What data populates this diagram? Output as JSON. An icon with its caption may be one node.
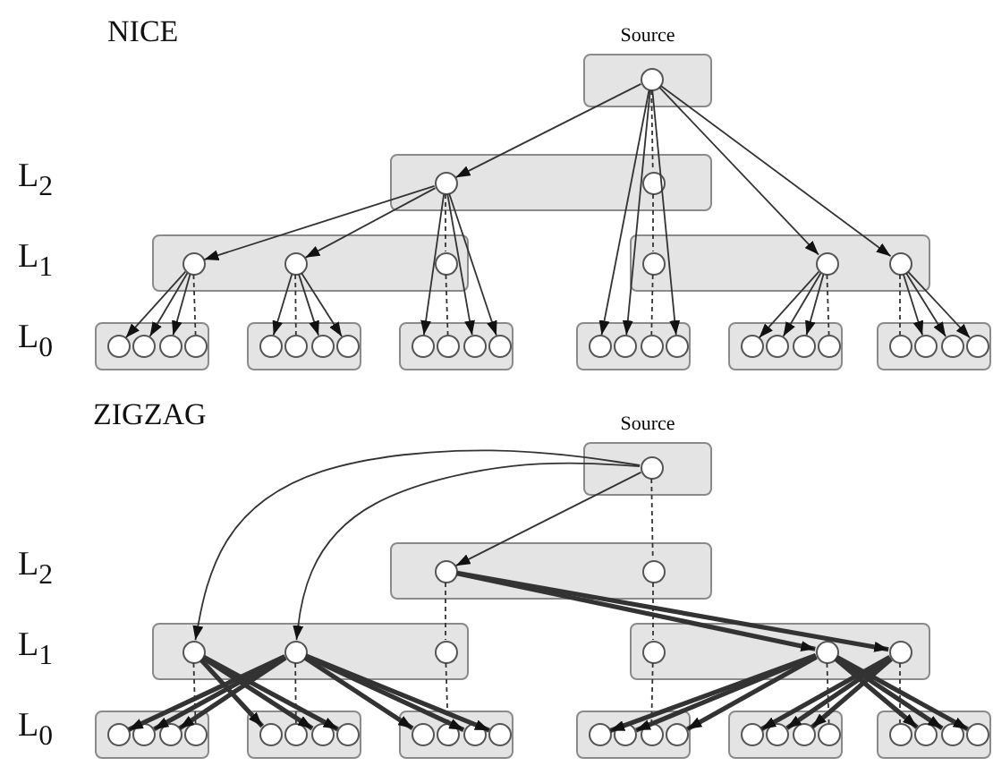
{
  "diagram": {
    "nodes": [
      {
        "text": [
          "Source"
        ]
      },
      {
        "text": [],
        "shape": "circle",
        "in": 0
      },
      {
        "text": [],
        "shape": "box"
      },
      {
        "text": [],
        "shape": "circle",
        "in": 2
      },
      {
        "text": [],
        "shape": "circle",
        "in": 2
      },
      {
        "text": [],
        "shape": "box"
      },
      {
        "text": [],
        "shape": "circle",
        "in": 5
      },
      {
        "text": [],
        "shape": "circle",
        "in": 5
      },
      {
        "text": [],
        "shape": "circle",
        "in": 5
      },
      {
        "text": [],
        "shape": "box"
      },
      {
        "text": [],
        "shape": "circle",
        "in": 9
      },
      {
        "text": [],
        "shape": "circle",
        "in": 9
      },
      {
        "text": [],
        "shape": "circle",
        "in": 9
      },
      {
        "text": [],
        "shape": "box"
      },
      {
        "text": [],
        "shape": "circle",
        "in": 13
      },
      {
        "text": [],
        "shape": "circle",
        "in": 13
      },
      {
        "text": [],
        "shape": "circle",
        "in": 13
      },
      {
        "text": [],
        "shape": "circle",
        "in": 13
      },
      {
        "text": [],
        "shape": "box"
      },
      {
        "text": [],
        "shape": "circle",
        "in": 18
      },
      {
        "text": [],
        "shape": "circle",
        "in": 18
      },
      {
        "text": [],
        "shape": "circle",
        "in": 18
      },
      {
        "text": [],
        "shape": "circle",
        "in": 18
      },
      {
        "text": [],
        "shape": "box"
      },
      {
        "text": [],
        "shape": "circle",
        "in": 23
      },
      {
        "text": [],
        "shape": "circle",
        "in": 23
      },
      {
        "text": [],
        "shape": "circle",
        "in": 23
      },
      {
        "text": [],
        "shape": "circle",
        "in": 23
      },
      {
        "text": [],
        "shape": "box"
      },
      {
        "text": [],
        "shape": "circle",
        "in": 28
      },
      {
        "text": [],
        "shape": "circle",
        "in": 28
      },
      {
        "text": [],
        "shape": "circle",
        "in": 28
      },
      {
        "text": [],
        "shape": "circle",
        "in": 28
      },
      {
        "text": [],
        "shape": "box"
      },
      {
        "text": [],
        "shape": "circle",
        "in": 33
      },
      {
        "text": [],
        "shape": "circle",
        "in": 33
      },
      {
        "text": [],
        "shape": "circle",
        "in": 33
      },
      {
        "text": [],
        "shape": "circle",
        "in": 33
      },
      {
        "text": [],
        "shape": "box"
      },
      {
        "text": [],
        "shape": "circle",
        "in": 38
      },
      {
        "text": [],
        "shape": "circle",
        "in": 38
      },
      {
        "text": [],
        "shape": "circle",
        "in": 38
      },
      {
        "text": [],
        "shape": "circle",
        "in": 38
      },
      {
        "text": [
          "Source"
        ]
      },
      {
        "text": [],
        "shape": "circle",
        "in": 43
      },
      {
        "text": [],
        "shape": "box"
      },
      {
        "text": [],
        "shape": "circle",
        "in": 45
      },
      {
        "text": [],
        "shape": "circle",
        "in": 45
      },
      {
        "text": [],
        "shape": "box"
      },
      {
        "text": [],
        "shape": "circle",
        "in": 48
      },
      {
        "text": [],
        "shape": "circle",
        "in": 48
      },
      {
        "text": [],
        "shape": "circle",
        "in": 48
      },
      {
        "text": [],
        "shape": "box"
      },
      {
        "text": [],
        "shape": "circle",
        "in": 52
      },
      {
        "text": [],
        "shape": "circle",
        "in": 52
      },
      {
        "text": [],
        "shape": "circle",
        "in": 52
      },
      {
        "text": [],
        "shape": "box"
      },
      {
        "text": [],
        "shape": "circle",
        "in": 56
      },
      {
        "text": [],
        "shape": "circle",
        "in": 56
      },
      {
        "text": [],
        "shape": "circle",
        "in": 56
      },
      {
        "text": [],
        "shape": "circle",
        "in": 56
      },
      {
        "text": [],
        "shape": "box"
      },
      {
        "text": [],
        "shape": "circle",
        "in": 61
      },
      {
        "text": [],
        "shape": "circle",
        "in": 61
      },
      {
        "text": [],
        "shape": "circle",
        "in": 61
      },
      {
        "text": [],
        "shape": "circle",
        "in": 61
      },
      {
        "text": [],
        "shape": "box"
      },
      {
        "text": [],
        "shape": "circle",
        "in": 66
      },
      {
        "text": [],
        "shape": "circle",
        "in": 66
      },
      {
        "text": [],
        "shape": "circle",
        "in": 66
      },
      {
        "text": [],
        "shape": "circle",
        "in": 66
      },
      {
        "text": [],
        "shape": "box"
      },
      {
        "text": [],
        "shape": "circle",
        "in": 71
      },
      {
        "text": [],
        "shape": "circle",
        "in": 71
      },
      {
        "text": [],
        "shape": "circle",
        "in": 71
      },
      {
        "text": [],
        "shape": "circle",
        "in": 71
      },
      {
        "text": [],
        "shape": "box"
      },
      {
        "text": [],
        "shape": "circle",
        "in": 76
      },
      {
        "text": [],
        "shape": "circle",
        "in": 76
      },
      {
        "text": [],
        "shape": "circle",
        "in": 76
      },
      {
        "text": [],
        "shape": "circle",
        "in": 76
      },
      {
        "text": [],
        "shape": "box"
      },
      {
        "text": [],
        "shape": "circle",
        "in": 81
      },
      {
        "text": [],
        "shape": "circle",
        "in": 81
      },
      {
        "text": [],
        "shape": "circle",
        "in": 81
      },
      {
        "text": [],
        "shape": "circle",
        "in": 81
      }
    ],
    "edges": [
      {
        "from": 1,
        "to": 3,
        "arrow": "to"
      },
      {
        "from": 1,
        "to": 11,
        "arrow": "to"
      },
      {
        "from": 1,
        "to": 12,
        "arrow": "to"
      },
      {
        "from": 1,
        "to": 29,
        "arrow": "to"
      },
      {
        "from": 1,
        "to": 30,
        "arrow": "to"
      },
      {
        "from": 1,
        "to": 32,
        "arrow": "to"
      },
      {
        "from": 1,
        "to": 4,
        "arrow": "none",
        "style": "dashed"
      },
      {
        "from": 4,
        "to": 10,
        "arrow": "none",
        "style": "dashed"
      },
      {
        "from": 10,
        "to": 31,
        "arrow": "none",
        "style": "dashed"
      },
      {
        "from": 3,
        "to": 6,
        "arrow": "to"
      },
      {
        "from": 3,
        "to": 7,
        "arrow": "to"
      },
      {
        "from": 3,
        "to": 24,
        "arrow": "to"
      },
      {
        "from": 3,
        "to": 26,
        "arrow": "to"
      },
      {
        "from": 3,
        "to": 27,
        "arrow": "to"
      },
      {
        "from": 3,
        "to": 8,
        "arrow": "none",
        "style": "dashed"
      },
      {
        "from": 8,
        "to": 25,
        "arrow": "none",
        "style": "dashed"
      },
      {
        "from": 6,
        "to": 14,
        "arrow": "to"
      },
      {
        "from": 6,
        "to": 15,
        "arrow": "to"
      },
      {
        "from": 6,
        "to": 16,
        "arrow": "to"
      },
      {
        "from": 6,
        "to": 17,
        "arrow": "none",
        "style": "dashed"
      },
      {
        "from": 7,
        "to": 19,
        "arrow": "to"
      },
      {
        "from": 7,
        "to": 21,
        "arrow": "to"
      },
      {
        "from": 7,
        "to": 22,
        "arrow": "to"
      },
      {
        "from": 7,
        "to": 20,
        "arrow": "none",
        "style": "dashed"
      },
      {
        "from": 11,
        "to": 34,
        "arrow": "to"
      },
      {
        "from": 11,
        "to": 35,
        "arrow": "to"
      },
      {
        "from": 11,
        "to": 36,
        "arrow": "to"
      },
      {
        "from": 11,
        "to": 37,
        "arrow": "none",
        "style": "dashed"
      },
      {
        "from": 12,
        "to": 40,
        "arrow": "to"
      },
      {
        "from": 12,
        "to": 41,
        "arrow": "to"
      },
      {
        "from": 12,
        "to": 42,
        "arrow": "to"
      },
      {
        "from": 12,
        "to": 39,
        "arrow": "none",
        "style": "dashed"
      },
      {
        "from": 44,
        "to": 49,
        "arrow": "to"
      },
      {
        "from": 44,
        "to": 50,
        "arrow": "to"
      },
      {
        "from": 44,
        "to": 46,
        "arrow": "to"
      },
      {
        "from": 44,
        "to": 47,
        "arrow": "none",
        "style": "dashed"
      },
      {
        "from": 47,
        "to": 53,
        "arrow": "none",
        "style": "dashed"
      },
      {
        "from": 53,
        "to": 74,
        "arrow": "none",
        "style": "dashed"
      },
      {
        "from": 46,
        "to": 54,
        "arrow": "to",
        "style": "thick"
      },
      {
        "from": 46,
        "to": 55,
        "arrow": "to",
        "style": "thick"
      },
      {
        "from": 46,
        "to": 51,
        "arrow": "none",
        "style": "dashed"
      },
      {
        "from": 51,
        "to": 68,
        "arrow": "none",
        "style": "dashed"
      },
      {
        "from": 49,
        "to": 60,
        "arrow": "none",
        "style": "dashed"
      },
      {
        "from": 49,
        "to": 62,
        "arrow": "to",
        "style": "thick"
      },
      {
        "from": 49,
        "to": 64,
        "arrow": "to",
        "style": "thick"
      },
      {
        "from": 49,
        "to": 65,
        "arrow": "to",
        "style": "thick"
      },
      {
        "from": 50,
        "to": 57,
        "arrow": "to",
        "style": "thick"
      },
      {
        "from": 50,
        "to": 58,
        "arrow": "to",
        "style": "thick"
      },
      {
        "from": 50,
        "to": 59,
        "arrow": "to",
        "style": "thick"
      },
      {
        "from": 50,
        "to": 63,
        "arrow": "none",
        "style": "dashed"
      },
      {
        "from": 50,
        "to": 67,
        "arrow": "to",
        "style": "thick"
      },
      {
        "from": 50,
        "to": 69,
        "arrow": "to",
        "style": "thick"
      },
      {
        "from": 50,
        "to": 70,
        "arrow": "to",
        "style": "thick"
      },
      {
        "from": 54,
        "to": 72,
        "arrow": "to",
        "style": "thick"
      },
      {
        "from": 54,
        "to": 73,
        "arrow": "to",
        "style": "thick"
      },
      {
        "from": 54,
        "to": 75,
        "arrow": "to",
        "style": "thick"
      },
      {
        "from": 54,
        "to": 80,
        "arrow": "none",
        "style": "dashed"
      },
      {
        "from": 54,
        "to": 83,
        "arrow": "to",
        "style": "thick"
      },
      {
        "from": 54,
        "to": 84,
        "arrow": "to",
        "style": "thick"
      },
      {
        "from": 54,
        "to": 85,
        "arrow": "to",
        "style": "thick"
      },
      {
        "from": 55,
        "to": 77,
        "arrow": "to",
        "style": "thick"
      },
      {
        "from": 55,
        "to": 78,
        "arrow": "to",
        "style": "thick"
      },
      {
        "from": 55,
        "to": 79,
        "arrow": "to",
        "style": "thick"
      },
      {
        "from": 55,
        "to": 82,
        "arrow": "none",
        "style": "dashed"
      }
    ],
    "labels": [
      "NICE",
      "L$_{2}$",
      "L$_{1}$",
      "L$_{0}$",
      "ZIGZAG",
      "L$_{2}$",
      "L$_{1}$",
      "L$_{0}$"
    ]
  }
}
